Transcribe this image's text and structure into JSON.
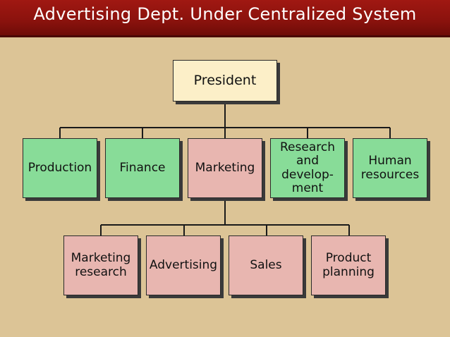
{
  "title": "Advertising Dept. Under Centralized System",
  "colors": {
    "title_bar": "#8a120d",
    "background": "#dcc496",
    "president_box": "#fcefc8",
    "department_box": "#88dc98",
    "highlight_box": "#e8b6b0"
  },
  "chart": {
    "top": {
      "label": "President"
    },
    "departments": [
      {
        "label": "Production"
      },
      {
        "label": "Finance"
      },
      {
        "label": "Marketing"
      },
      {
        "label_lines": [
          "Research",
          "and",
          "develop-",
          "ment"
        ]
      },
      {
        "label_lines": [
          "Human",
          "resources"
        ]
      }
    ],
    "marketing_units": [
      {
        "label_lines": [
          "Marketing",
          "research"
        ]
      },
      {
        "label": "Advertising"
      },
      {
        "label": "Sales"
      },
      {
        "label_lines": [
          "Product",
          "planning"
        ]
      }
    ]
  }
}
